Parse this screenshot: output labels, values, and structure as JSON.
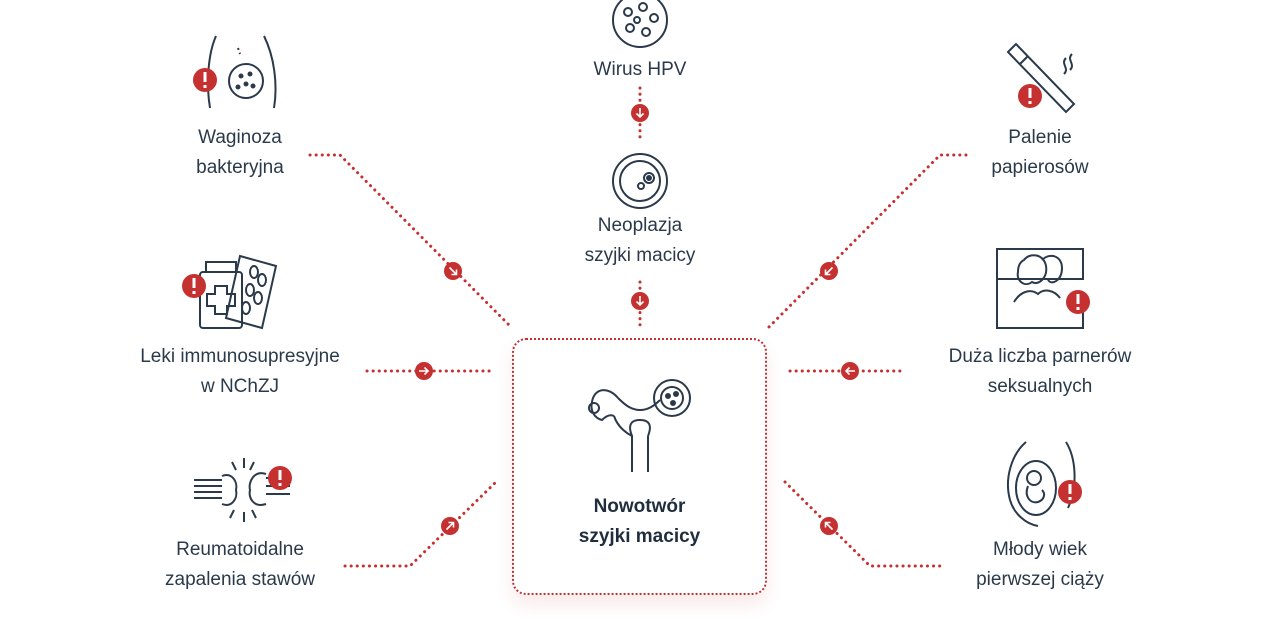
{
  "center": {
    "line1": "Nowotwór",
    "line2": "szyjki macicy",
    "icon": "uterus-icon"
  },
  "factors": {
    "hpv": {
      "line1": "Wirus HPV",
      "icon": "virus-icon"
    },
    "neoplazja": {
      "line1": "Neoplazja",
      "line2": "szyjki macicy",
      "icon": "cell-icon"
    },
    "waginoza": {
      "line1": "Waginoza",
      "line2": "bakteryjna",
      "icon": "pelvis-bacteria-icon"
    },
    "leki": {
      "line1": "Leki immunosupresyjne",
      "line2": "w NChZJ",
      "icon": "medication-icon"
    },
    "reumatoidalne": {
      "line1": "Reumatoidalne",
      "line2": "zapalenia stawów",
      "icon": "inflamed-joint-icon"
    },
    "palenie": {
      "line1": "Palenie",
      "line2": "papierosów",
      "icon": "cigarette-icon"
    },
    "partnerzy": {
      "line1": "Duża liczba parnerów",
      "line2": "seksualnych",
      "icon": "couple-in-bed-icon"
    },
    "ciaza": {
      "line1": "Młody wiek",
      "line2": "pierwszej ciąży",
      "icon": "pregnancy-icon"
    }
  },
  "colors": {
    "accent": "#c53030",
    "text": "#2b3a4a",
    "icon_stroke": "#2b3a4a"
  }
}
